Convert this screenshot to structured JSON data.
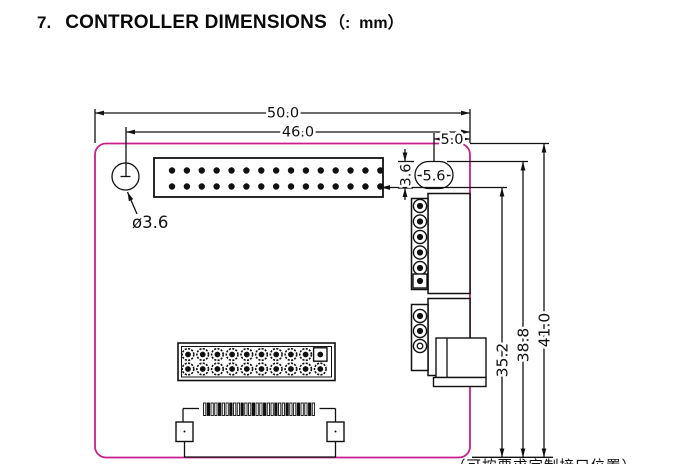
{
  "title": {
    "number": "7.",
    "text": "CONTROLLER DIMENSIONS",
    "unit_note": "（:  mm）"
  },
  "dims": {
    "board_width": "50.0",
    "hole_to_right_edge": "46.0",
    "slot_to_edge": "5.0",
    "slot_length": "5.6",
    "slot_width": "3.6",
    "mount_hole_diameter": "ø3.6",
    "slot_bottom_height": "35.2",
    "slot_top_height": "38.8",
    "board_height": "41.0"
  },
  "note_clipped": "（可按要求定制接口位置）",
  "connectors": {
    "top_header": {
      "rows": 2,
      "cols": 15
    },
    "side_header_6pin": {
      "pins": 6
    },
    "side_header_3pin": {
      "pins": 3
    },
    "bottom_header": {
      "rows": 2,
      "cols": 10
    },
    "edge_connector": {
      "pins": 30
    }
  },
  "colors": {
    "board_outline": "#c81f8d",
    "ink": "#111111",
    "background": "#ffffff"
  }
}
